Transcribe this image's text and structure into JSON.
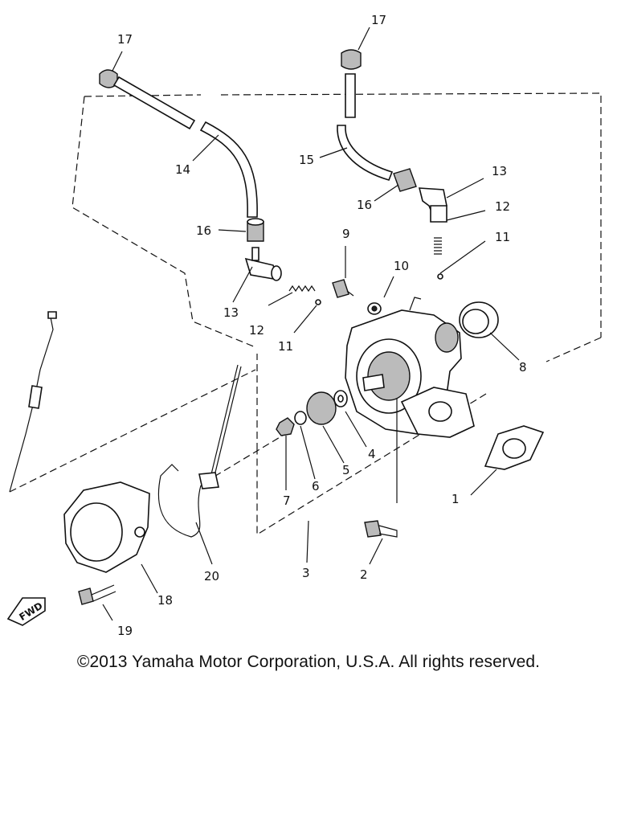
{
  "diagram": {
    "callouts": {
      "c1": "1",
      "c2": "2",
      "c3": "3",
      "c4": "4",
      "c5": "5",
      "c6": "6",
      "c7": "7",
      "c8": "8",
      "c9": "9",
      "c10": "10",
      "c11a": "11",
      "c11b": "11",
      "c12a": "12",
      "c12b": "12",
      "c13a": "13",
      "c13b": "13",
      "c14": "14",
      "c15": "15",
      "c16a": "16",
      "c16b": "16",
      "c17a": "17",
      "c17b": "17",
      "c18": "18",
      "c19": "19",
      "c20": "20"
    },
    "fwd_label": "FWD"
  },
  "copyright": "©2013 Yamaha Motor Corporation, U.S.A. All rights reserved."
}
